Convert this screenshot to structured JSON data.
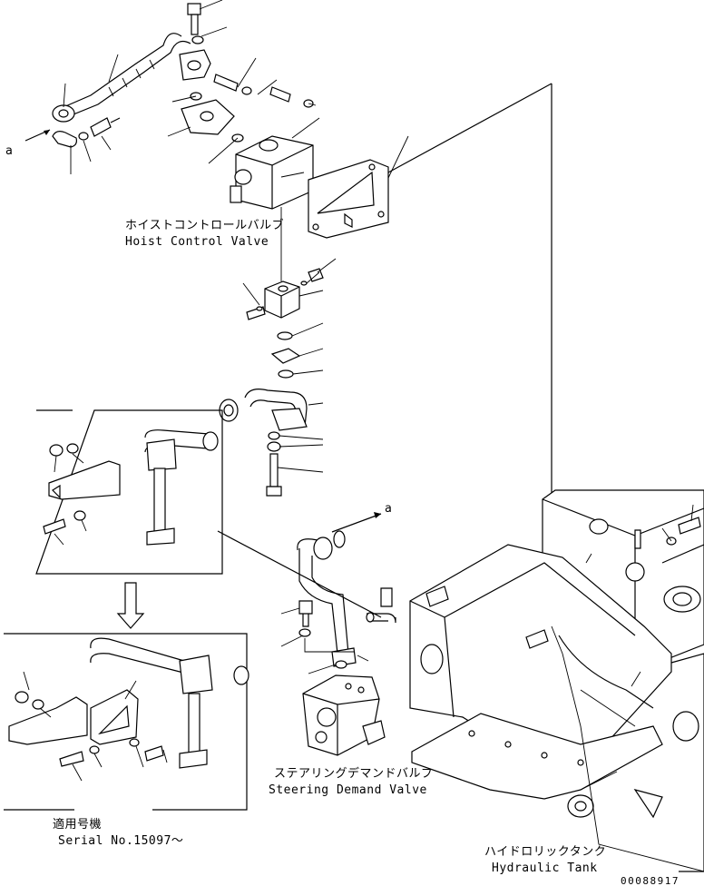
{
  "labels": {
    "hoist_valve_jp": "ホイストコントロールバルブ",
    "hoist_valve_en": "Hoist Control Valve",
    "steering_valve_jp": "ステアリングデマンドバルブ",
    "steering_valve_en": "Steering Demand Valve",
    "hydraulic_tank_jp": "ハイドロリックタンク",
    "hydraulic_tank_en": "Hydraulic Tank",
    "serial_jp": "適用号機",
    "serial_en": "Serial No.15097～",
    "ref_a_top": "a",
    "ref_a_mid": "a",
    "drawing_no": "00088917"
  }
}
